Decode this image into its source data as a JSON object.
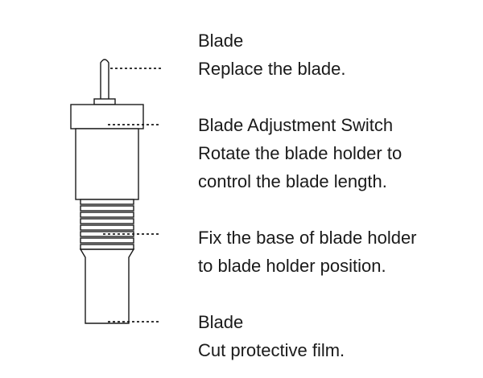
{
  "callouts": [
    {
      "title": "Blade",
      "lines": [
        "Replace the blade."
      ]
    },
    {
      "title": "Blade Adjustment Switch",
      "lines": [
        "Rotate the blade holder to",
        "control the blade length."
      ]
    },
    {
      "title": "",
      "lines": [
        "Fix the base of blade holder",
        "to blade holder position."
      ]
    },
    {
      "title": "Blade",
      "lines": [
        "Cut protective film."
      ]
    }
  ],
  "colors": {
    "line": "#1a1a1a",
    "background": "#ffffff"
  }
}
